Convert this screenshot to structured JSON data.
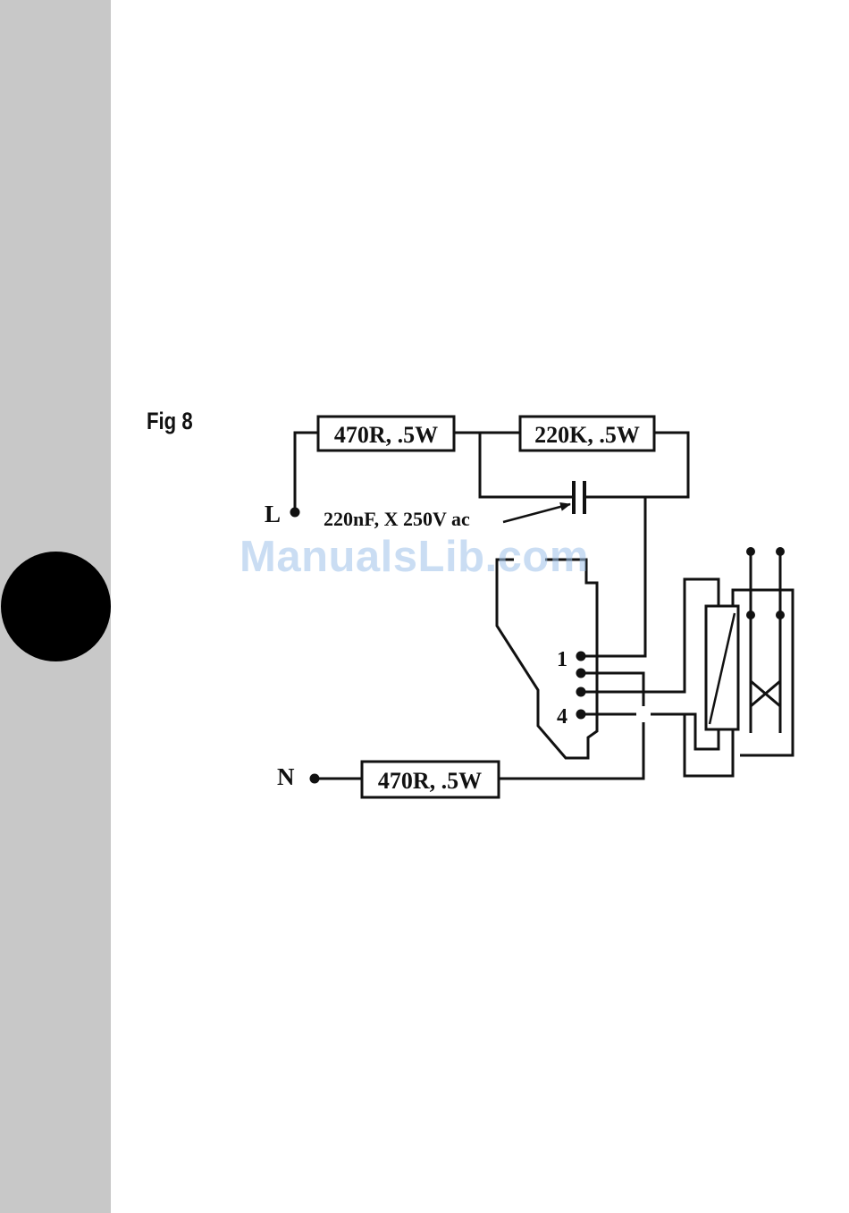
{
  "figure": {
    "label": "Fig 8"
  },
  "watermark": "ManualsLib.com",
  "circuit": {
    "terminal_live": "L",
    "terminal_neutral": "N",
    "resistor_top_left": "470R, .5W",
    "resistor_top_right": "220K, .5W",
    "resistor_neutral": "470R, .5W",
    "capacitor_label": "220nF, X 250V ac",
    "pin_1": "1",
    "pin_4": "4"
  },
  "colors": {
    "side_band": "#c8c8c8",
    "line": "#111111",
    "watermark": "#9fc3ea"
  }
}
